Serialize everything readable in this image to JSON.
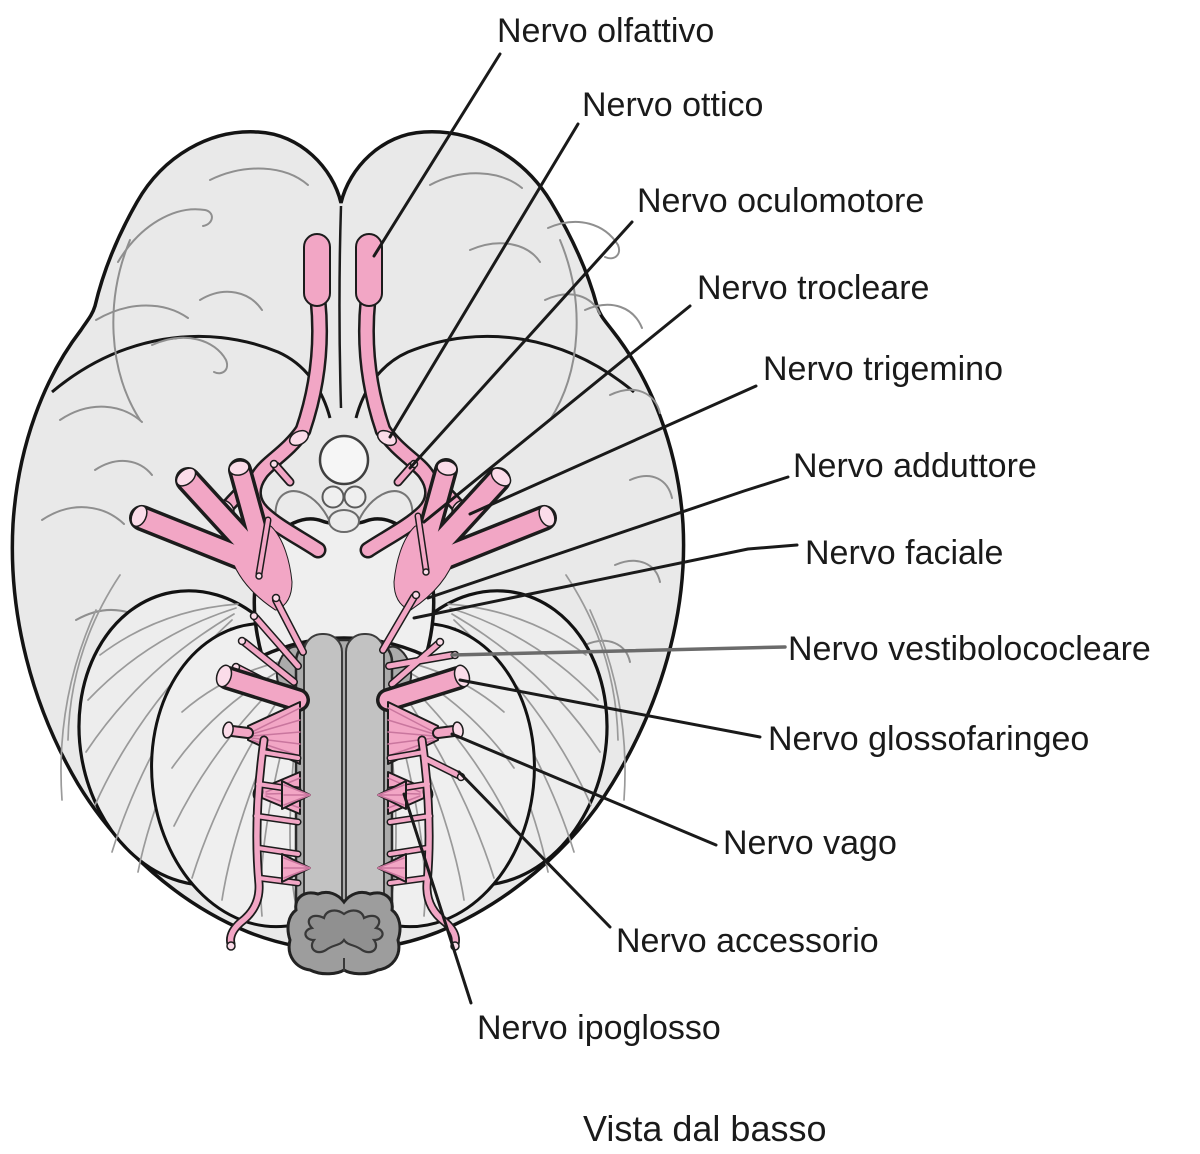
{
  "figure": {
    "caption": "Vista dal basso"
  },
  "labels": [
    {
      "id": "olfattivo",
      "text": "Nervo olfattivo"
    },
    {
      "id": "ottico",
      "text": "Nervo ottico"
    },
    {
      "id": "oculomotore",
      "text": "Nervo oculomotore"
    },
    {
      "id": "trocleare",
      "text": "Nervo trocleare"
    },
    {
      "id": "trigemino",
      "text": "Nervo trigemino"
    },
    {
      "id": "adduttore",
      "text": "Nervo adduttore"
    },
    {
      "id": "faciale",
      "text": "Nervo faciale"
    },
    {
      "id": "vestibolococleare",
      "text": "Nervo vestibolococleare"
    },
    {
      "id": "glossofaringeo",
      "text": "Nervo glossofaringeo"
    },
    {
      "id": "vago",
      "text": "Nervo vago"
    },
    {
      "id": "accessorio",
      "text": "Nervo accessorio"
    },
    {
      "id": "ipoglosso",
      "text": "Nervo ipoglosso"
    }
  ],
  "colors": {
    "background": "#FFFFFF",
    "brain_fill": "#E9E9E9",
    "pons_fill": "#EFEFEF",
    "nerve_pink": "#F2A6C5",
    "nerve_cut_end": "#FBDCE9",
    "brainstem_gray": "#C2C2C2",
    "brainstem_edge_gray": "#ABABAB",
    "spinal_cord_gray": "#9D9D9D",
    "outline_black": "#1A1A1A",
    "sulci_gray": "#8F8F8F",
    "vestibulocochlear_line_gray": "#6B6B6B"
  }
}
